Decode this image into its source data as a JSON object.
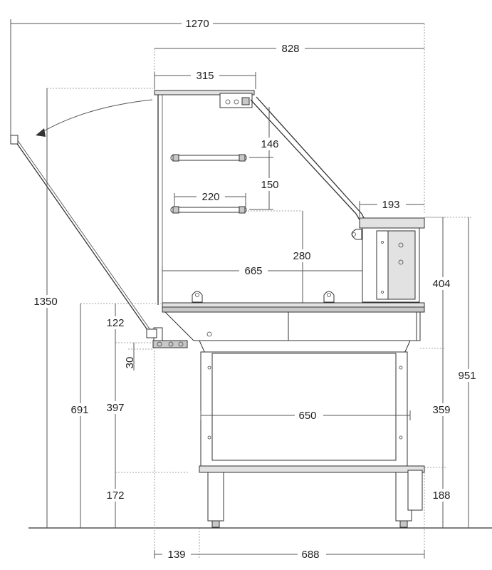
{
  "dimensions": {
    "overall_width": "1270",
    "depth": "828",
    "top_shelf": "315",
    "shelf_spacing_upper": "146",
    "shelf_spacing_lower": "150",
    "shelf_width": "220",
    "glass_offset": "280",
    "display_depth": "665",
    "rear_unit": "193",
    "total_height": "1350",
    "front_drop": "122",
    "front_rail": "30",
    "counter_height": "691",
    "cabinet_mid": "397",
    "base_clearance": "172",
    "cabinet_width": "650",
    "right_upper": "404",
    "right_mid": "359",
    "right_low": "188",
    "right_total": "951",
    "front_overhang": "139",
    "base_depth": "688"
  }
}
